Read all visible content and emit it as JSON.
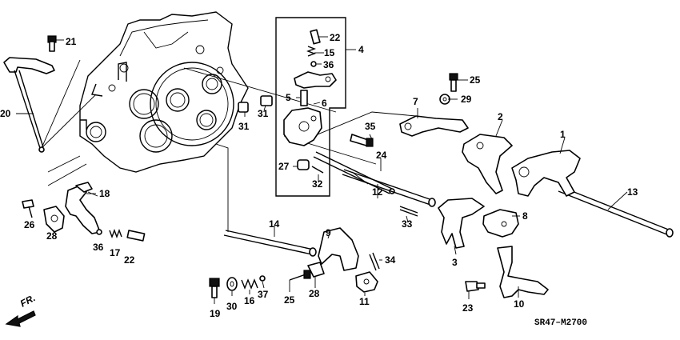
{
  "callouts": {
    "c1": "1",
    "c2": "2",
    "c3": "3",
    "c4": "4",
    "c5": "5",
    "c6": "6",
    "c7": "7",
    "c8": "8",
    "c9": "9",
    "c10": "10",
    "c11": "11",
    "c12": "12",
    "c13": "13",
    "c14": "14",
    "c15": "15",
    "c16": "16",
    "c17": "17",
    "c18": "18",
    "c19": "19",
    "c20": "20",
    "c21": "21",
    "c22a": "22",
    "c22b": "22",
    "c23": "23",
    "c24": "24",
    "c25a": "25",
    "c25b": "25",
    "c26": "26",
    "c27": "27",
    "c28a": "28",
    "c28b": "28",
    "c29": "29",
    "c30": "30",
    "c31a": "31",
    "c31b": "31",
    "c32": "32",
    "c33": "33",
    "c34": "34",
    "c35": "35",
    "c36a": "36",
    "c36b": "36",
    "c37": "37"
  },
  "front_marker": "FR.",
  "diagram_code": "SR47–M2700"
}
